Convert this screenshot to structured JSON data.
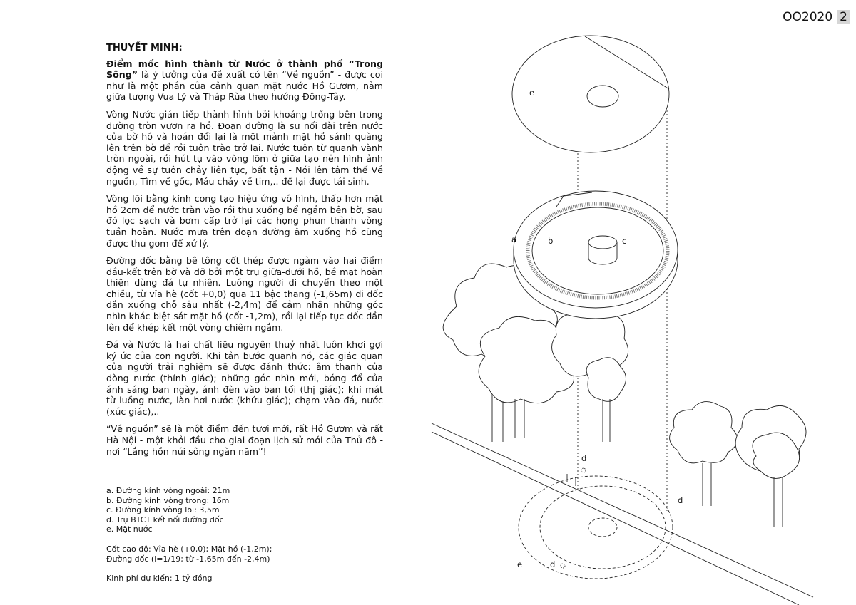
{
  "header": {
    "code": "OO2020",
    "page": "2"
  },
  "text": {
    "heading": "THUYẾT MINH:",
    "lead_bold": "Điểm mốc hình thành từ Nước ở thành phố “Trong Sông”",
    "lead_rest": " là ý tưởng của đề xuất có tên “Về nguồn” - được coi như là một phần của cảnh quan mặt nước Hồ Gươm, nằm giữa tượng Vua Lý và Tháp Rùa theo hướng Đông-Tây.",
    "p2": "Vòng Nước gián tiếp thành hình bởi khoảng trống bên trong đường tròn vươn ra hồ. Đoạn đường là sự nối dài trên nước của bờ hồ và hoán đổi lại là một mảnh mặt hồ sánh quàng lên trên bờ để rồi tuôn trào trở lại. Nước tuôn từ quanh vành tròn ngoài, rồi hút tụ vào vòng lõm ở giữa tạo nên hình ảnh động về sự tuôn chảy liên tục, bất tận - Nói lên tâm thế Về nguồn, Tìm về gốc, Máu chảy về tim,.. để lại được tái sinh.",
    "p3": "Vòng lõi bằng kính cong tạo hiệu ứng vô hình, thấp hơn mặt hồ 2cm để nước tràn vào rồi thu xuống bể ngầm bên bờ, sau đó lọc sạch và bơm cấp trở lại các họng phun thành vòng tuần hoàn. Nước mưa trên đoạn đường âm xuống hồ cũng được thu gom để xử lý.",
    "p4": "Đường dốc bằng bê tông cốt thép được ngàm vào hai điểm đầu-kết trên bờ và đỡ bởi một trụ giữa-dưới hồ, bề mặt hoàn thiện dùng đá tự nhiên. Luồng người di chuyển theo một chiều, từ vỉa hè (cốt +0,0) qua 11 bậc thang (-1,65m) đi dốc dần xuống chỗ sâu nhất (-2,4m) để cảm nhận những góc nhìn khác biệt sát mặt hồ (cốt -1,2m), rồi lại tiếp tục dốc dần lên để khép kết một vòng chiêm ngắm.",
    "p5": "Đá và Nước là hai chất liệu nguyên thuỷ nhất luôn khơi gợi ký ức của con người. Khi tản bước quanh nó, các giác quan của người trải nghiệm sẽ được đánh thức: âm thanh của dòng nước (thính giác); những góc nhìn mới, bóng đổ của ánh sáng ban ngày, ánh đèn vào ban tối (thị giác); khí mát từ luồng nước, làn hơi nước (khứu giác); chạm vào đá, nước (xúc giác),..",
    "p6": "“Về nguồn” sẽ là một điểm đến tươi mới, rất Hồ Gươm và rất Hà Nội - một khởi đầu cho giai đoạn lịch sử mới của Thủ đô - nơi “Lắng hồn núi sông ngàn năm”!"
  },
  "notes": {
    "legend": [
      "a. Đường kính vòng ngoài: 21m",
      "b. Đường kính vòng trong: 16m",
      "c. Đường kính vòng lõi: 3,5m",
      "d. Trụ BTCT kết nối đường dốc",
      "e. Mặt nước"
    ],
    "levels_1": "Cốt cao độ: Vỉa hè (+0,0); Mặt hồ (-1,2m);",
    "levels_2": "Đường dốc (i=1/19; từ -1,65m đến -2,4m)",
    "budget": "Kinh phí dự kiến: 1 tỷ đồng"
  },
  "diagram": {
    "labels": {
      "a": "a",
      "b": "b",
      "c": "c",
      "d": "d",
      "e": "e"
    }
  }
}
